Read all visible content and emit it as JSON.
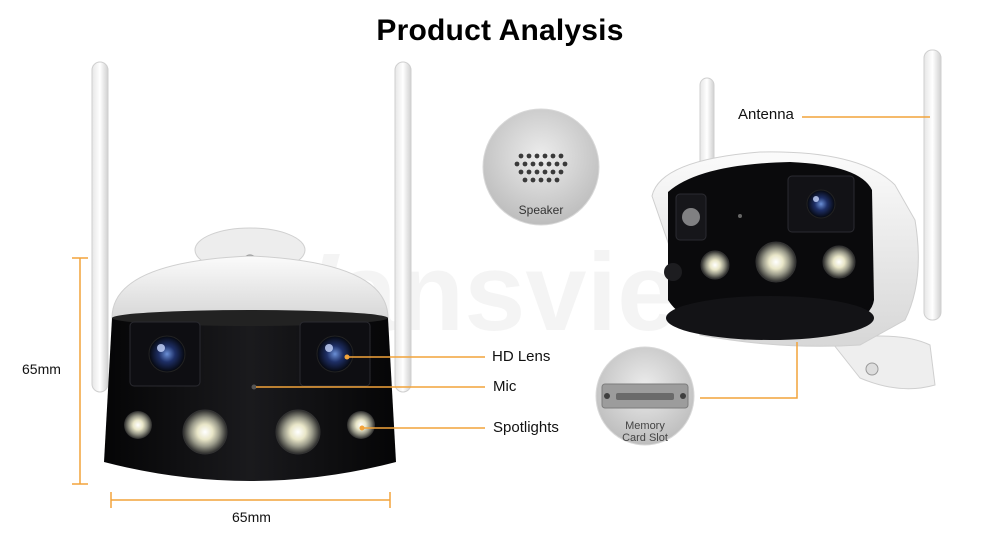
{
  "title": "Product Analysis",
  "watermark": "Wansview",
  "colors": {
    "accent": "#f2a33a",
    "body_black": "#0b0b0d",
    "shell_white": "#f3f3f3"
  },
  "callouts": {
    "hd_lens": "HD Lens",
    "mic": "Mic",
    "spotlights": "Spotlights",
    "antenna": "Antenna"
  },
  "insets": {
    "speaker": "Speaker",
    "memory_card_line1": "Memory",
    "memory_card_line2": "Card Slot"
  },
  "dimensions": {
    "height": "65mm",
    "width": "65mm"
  }
}
